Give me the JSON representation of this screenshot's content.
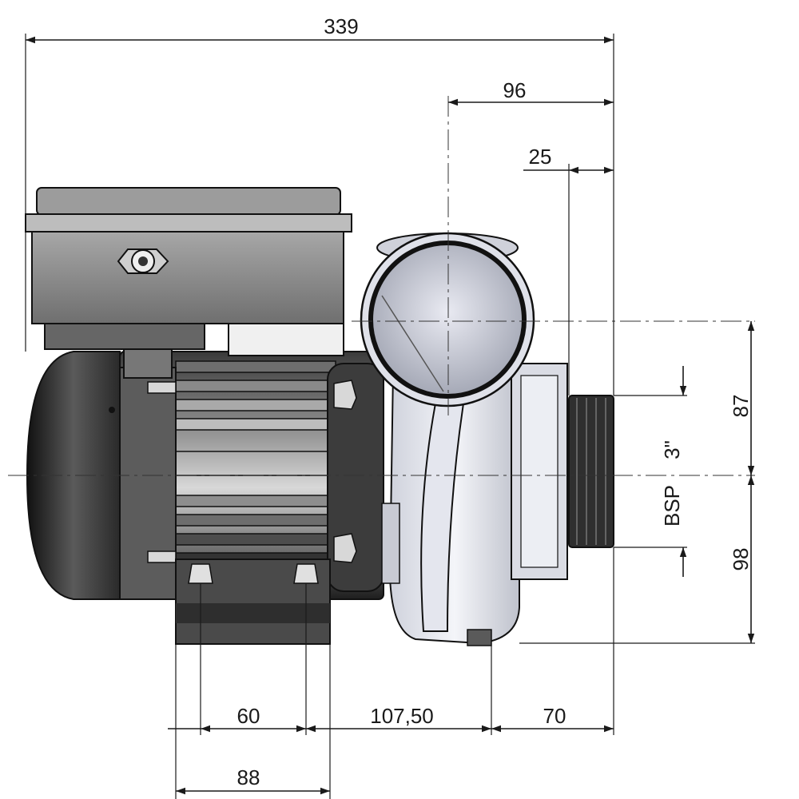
{
  "dimensions": {
    "overall_length": "339",
    "outlet_center_to_face": "96",
    "inlet_thread_length": "25",
    "upper_height": "87",
    "lower_height": "98",
    "thread_type": "BSP",
    "thread_size": "3\"",
    "foot_hole_spacing": "60",
    "hole_to_pump_foot": "107,50",
    "pump_foot_to_face": "70",
    "foot_width": "88"
  },
  "colors": {
    "line": "#1a1a1a",
    "body_dark": "#2b2b2b",
    "body_mid": "#7a7a7a",
    "housing_light": "#e6e8ef",
    "box_gray": "#8a8a8a"
  }
}
